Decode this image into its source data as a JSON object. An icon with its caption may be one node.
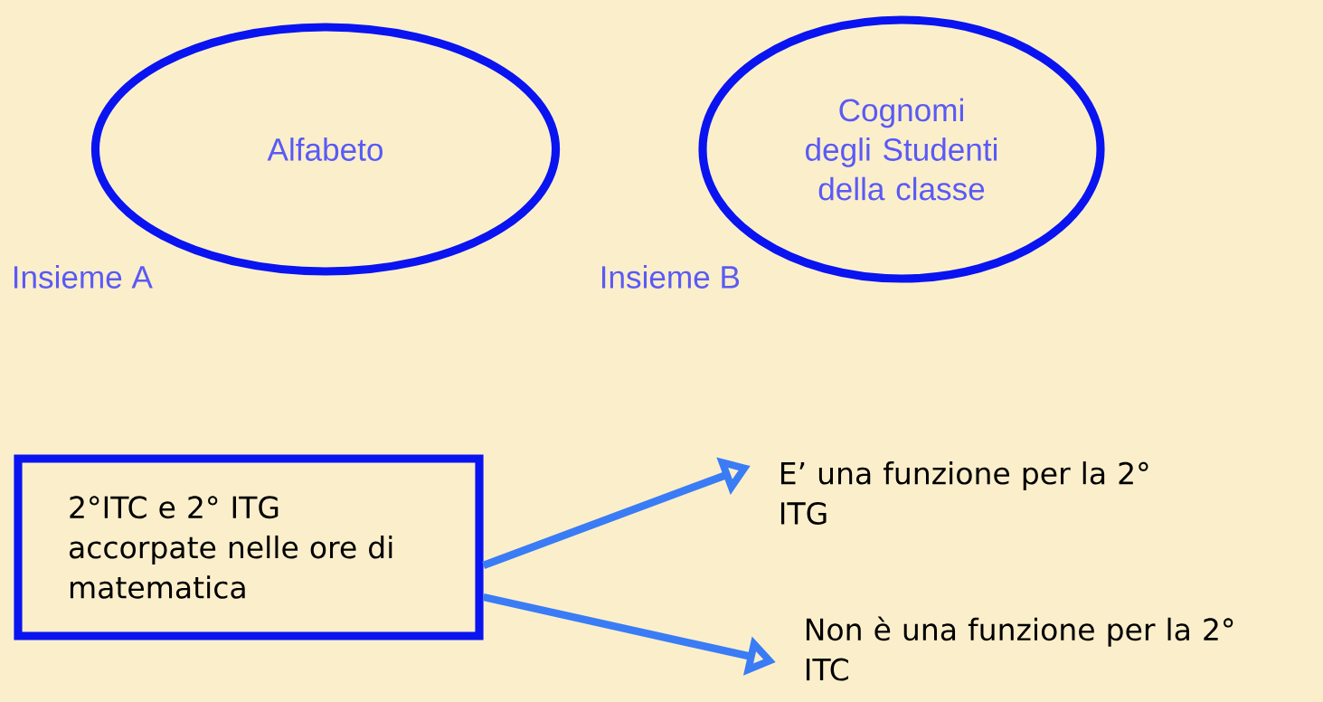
{
  "diagram": {
    "nodes": [
      {
        "text": [
          "Alfabeto"
        ],
        "beside": [
          "Insieme A"
        ]
      },
      {
        "text": [
          "Cognomi degli Studenti della classe"
        ],
        "beside": [
          "Insieme B"
        ]
      },
      {
        "text": [
          "2°ITC e 2° ITG accorpate nelle ore di matematica"
        ]
      },
      {
        "text": [
          "E’ una funzione per la 2° ITG"
        ]
      },
      {
        "text": [
          "Non è una funzione per la 2° ITC"
        ]
      }
    ],
    "edges": [
      {
        "from": 2,
        "to": 3,
        "arrow": "to"
      },
      {
        "from": 2,
        "to": 4,
        "arrow": "to"
      }
    ]
  }
}
